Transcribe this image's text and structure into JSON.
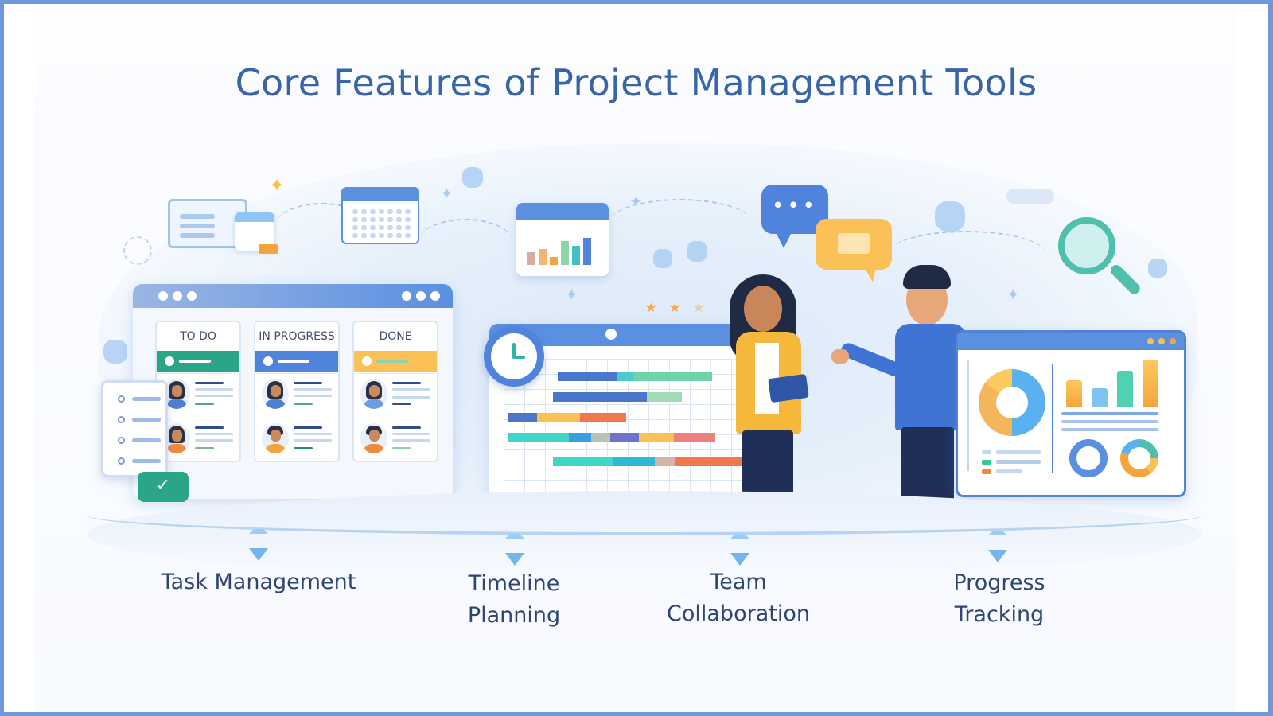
{
  "title": "Core Features of Project Management Tools",
  "colors": {
    "frame_border": "#6f98dc",
    "title_text": "#3a64a8",
    "label_text": "#2f4674",
    "primary_blue": "#4f83dc",
    "teal": "#2aa58a",
    "yellow": "#fbc157",
    "orange": "#f0784f"
  },
  "kanban": {
    "columns": [
      {
        "label": "TO DO",
        "bar_color": "#2aa58a"
      },
      {
        "label": "IN PROGRESS",
        "bar_color": "#4f83dc"
      },
      {
        "label": "DONE",
        "bar_color": "#fbc157"
      }
    ],
    "checklist_items": 4,
    "check_badge_icon": "✓"
  },
  "collaboration": {
    "chat_bubble_text": "•••"
  },
  "features": [
    {
      "label_line1": "Task Management",
      "label_line2": ""
    },
    {
      "label_line1": "Timeline",
      "label_line2": "Planning"
    },
    {
      "label_line1": "Team",
      "label_line2": "Collaboration"
    },
    {
      "label_line1": "Progress",
      "label_line2": "Tracking"
    }
  ],
  "icons": {
    "sparkle": "✦",
    "star": "★"
  }
}
